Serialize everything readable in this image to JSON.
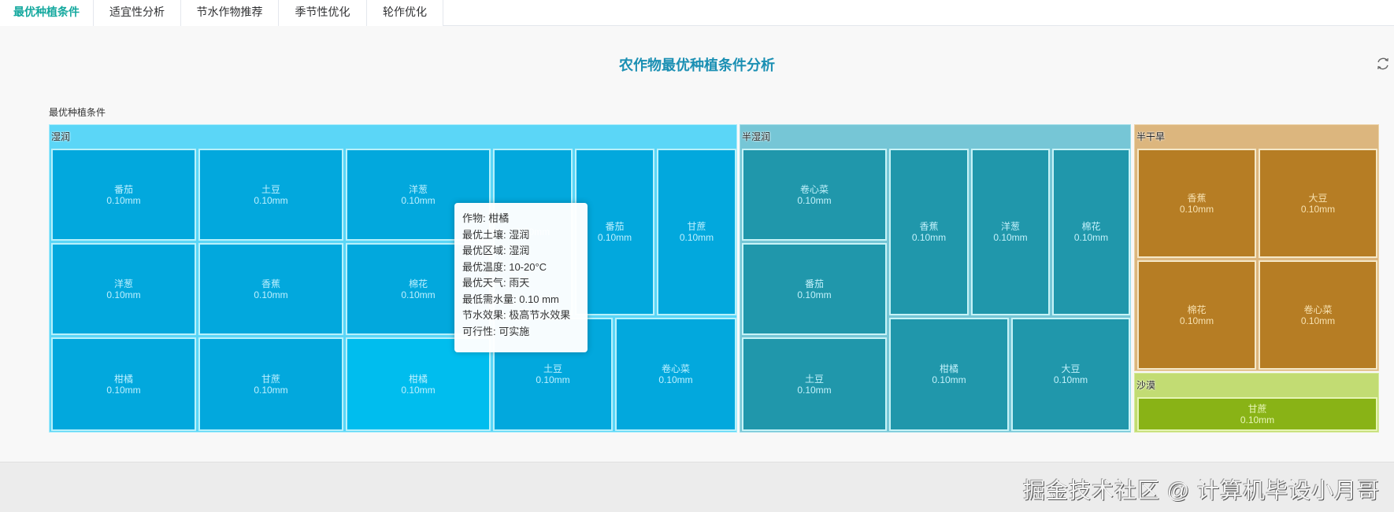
{
  "tabs": [
    {
      "label": "最优种植条件",
      "active": true
    },
    {
      "label": "适宜性分析",
      "active": false
    },
    {
      "label": "节水作物推荐",
      "active": false
    },
    {
      "label": "季节性优化",
      "active": false
    },
    {
      "label": "轮作优化",
      "active": false
    }
  ],
  "page": {
    "title": "农作物最优种植条件分析",
    "refresh_icon": "refresh-icon",
    "breadcrumb": "最优种植条件"
  },
  "chart_data": {
    "type": "treemap",
    "title": "农作物最优种植条件分析",
    "root": "最优种植条件",
    "unit": "mm",
    "groups": [
      {
        "name": "湿润",
        "color": "#02a8dd",
        "items": [
          {
            "name": "番茄",
            "value": 0.1
          },
          {
            "name": "土豆",
            "value": 0.1
          },
          {
            "name": "洋葱",
            "value": 0.1
          },
          {
            "name": "洋葱",
            "value": 0.1
          },
          {
            "name": "香蕉",
            "value": 0.1
          },
          {
            "name": "棉花",
            "value": 0.1
          },
          {
            "name": "柑橘",
            "value": 0.1
          },
          {
            "name": "甘蔗",
            "value": 0.1
          },
          {
            "name": "柑橘",
            "value": 0.1
          },
          {
            "name": "",
            "value": 0.1
          },
          {
            "name": "番茄",
            "value": 0.1
          },
          {
            "name": "甘蔗",
            "value": 0.1
          },
          {
            "name": "土豆",
            "value": 0.1
          },
          {
            "name": "卷心菜",
            "value": 0.1
          }
        ]
      },
      {
        "name": "半湿润",
        "color": "#2097ab",
        "items": [
          {
            "name": "卷心菜",
            "value": 0.1
          },
          {
            "name": "番茄",
            "value": 0.1
          },
          {
            "name": "土豆",
            "value": 0.1
          },
          {
            "name": "香蕉",
            "value": 0.1
          },
          {
            "name": "洋葱",
            "value": 0.1
          },
          {
            "name": "棉花",
            "value": 0.1
          },
          {
            "name": "柑橘",
            "value": 0.1
          },
          {
            "name": "大豆",
            "value": 0.1
          }
        ]
      },
      {
        "name": "半干旱",
        "color": "#b67d24",
        "items": [
          {
            "name": "香蕉",
            "value": 0.1
          },
          {
            "name": "大豆",
            "value": 0.1
          },
          {
            "name": "棉花",
            "value": 0.1
          },
          {
            "name": "卷心菜",
            "value": 0.1
          }
        ]
      },
      {
        "name": "沙漠",
        "color": "#89b316",
        "items": [
          {
            "name": "甘蔗",
            "value": 0.1
          }
        ]
      }
    ]
  },
  "labels": {
    "value": "0.10mm"
  },
  "treemap": {
    "wet": {
      "label": "湿润",
      "tiles": [
        "番茄",
        "土豆",
        "洋葱",
        "洋葱",
        "香蕉",
        "棉花",
        "柑橘",
        "甘蔗",
        "柑橘",
        "",
        "番茄",
        "甘蔗",
        "土豆",
        "卷心菜"
      ]
    },
    "semi": {
      "label": "半湿润",
      "tiles": [
        "卷心菜",
        "番茄",
        "土豆",
        "香蕉",
        "洋葱",
        "棉花",
        "柑橘",
        "大豆"
      ]
    },
    "semiarid": {
      "label": "半干旱",
      "tiles": [
        "香蕉",
        "大豆",
        "棉花",
        "卷心菜"
      ]
    },
    "desert": {
      "label": "沙漠",
      "tiles": [
        "甘蔗"
      ]
    }
  },
  "tooltip": {
    "lines": [
      "作物: 柑橘",
      "最优土壤: 湿润",
      "最优区域: 湿润",
      "最优温度: 10-20°C",
      "最优天气: 雨天",
      "最低需水量: 0.10 mm",
      "节水效果: 极高节水效果",
      "可行性: 可实施"
    ]
  },
  "footer": {
    "watermark": "掘金技术社区 @ 计算机毕设小月哥"
  }
}
